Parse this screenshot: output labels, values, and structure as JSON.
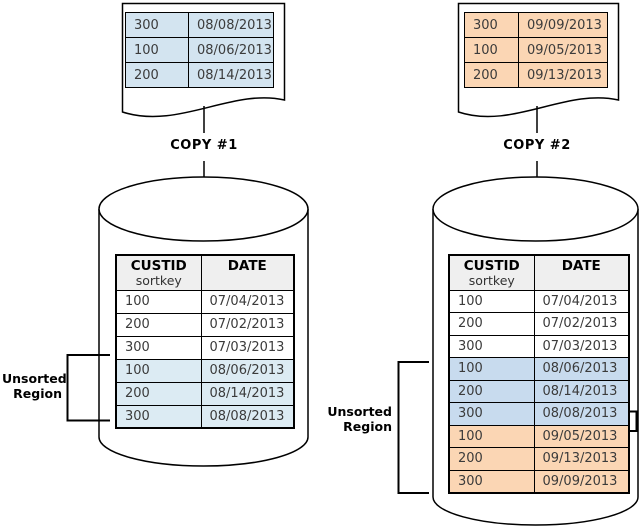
{
  "colors": {
    "copy1_cell": "#d3e4f0",
    "copy2_cell": "#fbd6b4",
    "left_unsorted_row": "#dcebf3",
    "right_aug_row": "#c8dbee",
    "right_sep_row": "#fbd6b4",
    "header_bg": "#efefef",
    "row_bg": "#ffffff",
    "line": "#000000"
  },
  "copy1": {
    "label": "COPY #1",
    "rows": [
      {
        "custid": "300",
        "date": "08/08/2013"
      },
      {
        "custid": "100",
        "date": "08/06/2013"
      },
      {
        "custid": "200",
        "date": "08/14/2013"
      }
    ]
  },
  "copy2": {
    "label": "COPY #2",
    "rows": [
      {
        "custid": "300",
        "date": "09/09/2013"
      },
      {
        "custid": "100",
        "date": "09/05/2013"
      },
      {
        "custid": "200",
        "date": "09/13/2013"
      }
    ]
  },
  "left_database": {
    "header": {
      "custid": "CUSTID",
      "sortkey": "sortkey",
      "date": "DATE"
    },
    "rows": [
      {
        "custid": "100",
        "date": "07/04/2013",
        "region": "sorted"
      },
      {
        "custid": "200",
        "date": "07/02/2013",
        "region": "sorted"
      },
      {
        "custid": "300",
        "date": "07/03/2013",
        "region": "sorted"
      },
      {
        "custid": "100",
        "date": "08/06/2013",
        "region": "copy1"
      },
      {
        "custid": "200",
        "date": "08/14/2013",
        "region": "copy1"
      },
      {
        "custid": "300",
        "date": "08/08/2013",
        "region": "copy1"
      }
    ],
    "unsorted_label": {
      "line1": "Unsorted",
      "line2": "Region"
    }
  },
  "right_database": {
    "header": {
      "custid": "CUSTID",
      "sortkey": "sortkey",
      "date": "DATE"
    },
    "rows": [
      {
        "custid": "100",
        "date": "07/04/2013",
        "region": "sorted"
      },
      {
        "custid": "200",
        "date": "07/02/2013",
        "region": "sorted"
      },
      {
        "custid": "300",
        "date": "07/03/2013",
        "region": "sorted"
      },
      {
        "custid": "100",
        "date": "08/06/2013",
        "region": "copy1"
      },
      {
        "custid": "200",
        "date": "08/14/2013",
        "region": "copy1"
      },
      {
        "custid": "300",
        "date": "08/08/2013",
        "region": "copy1"
      },
      {
        "custid": "100",
        "date": "09/05/2013",
        "region": "copy2"
      },
      {
        "custid": "200",
        "date": "09/13/2013",
        "region": "copy2"
      },
      {
        "custid": "300",
        "date": "09/09/2013",
        "region": "copy2"
      }
    ],
    "unsorted_label": {
      "line1": "Unsorted",
      "line2": "Region"
    }
  }
}
